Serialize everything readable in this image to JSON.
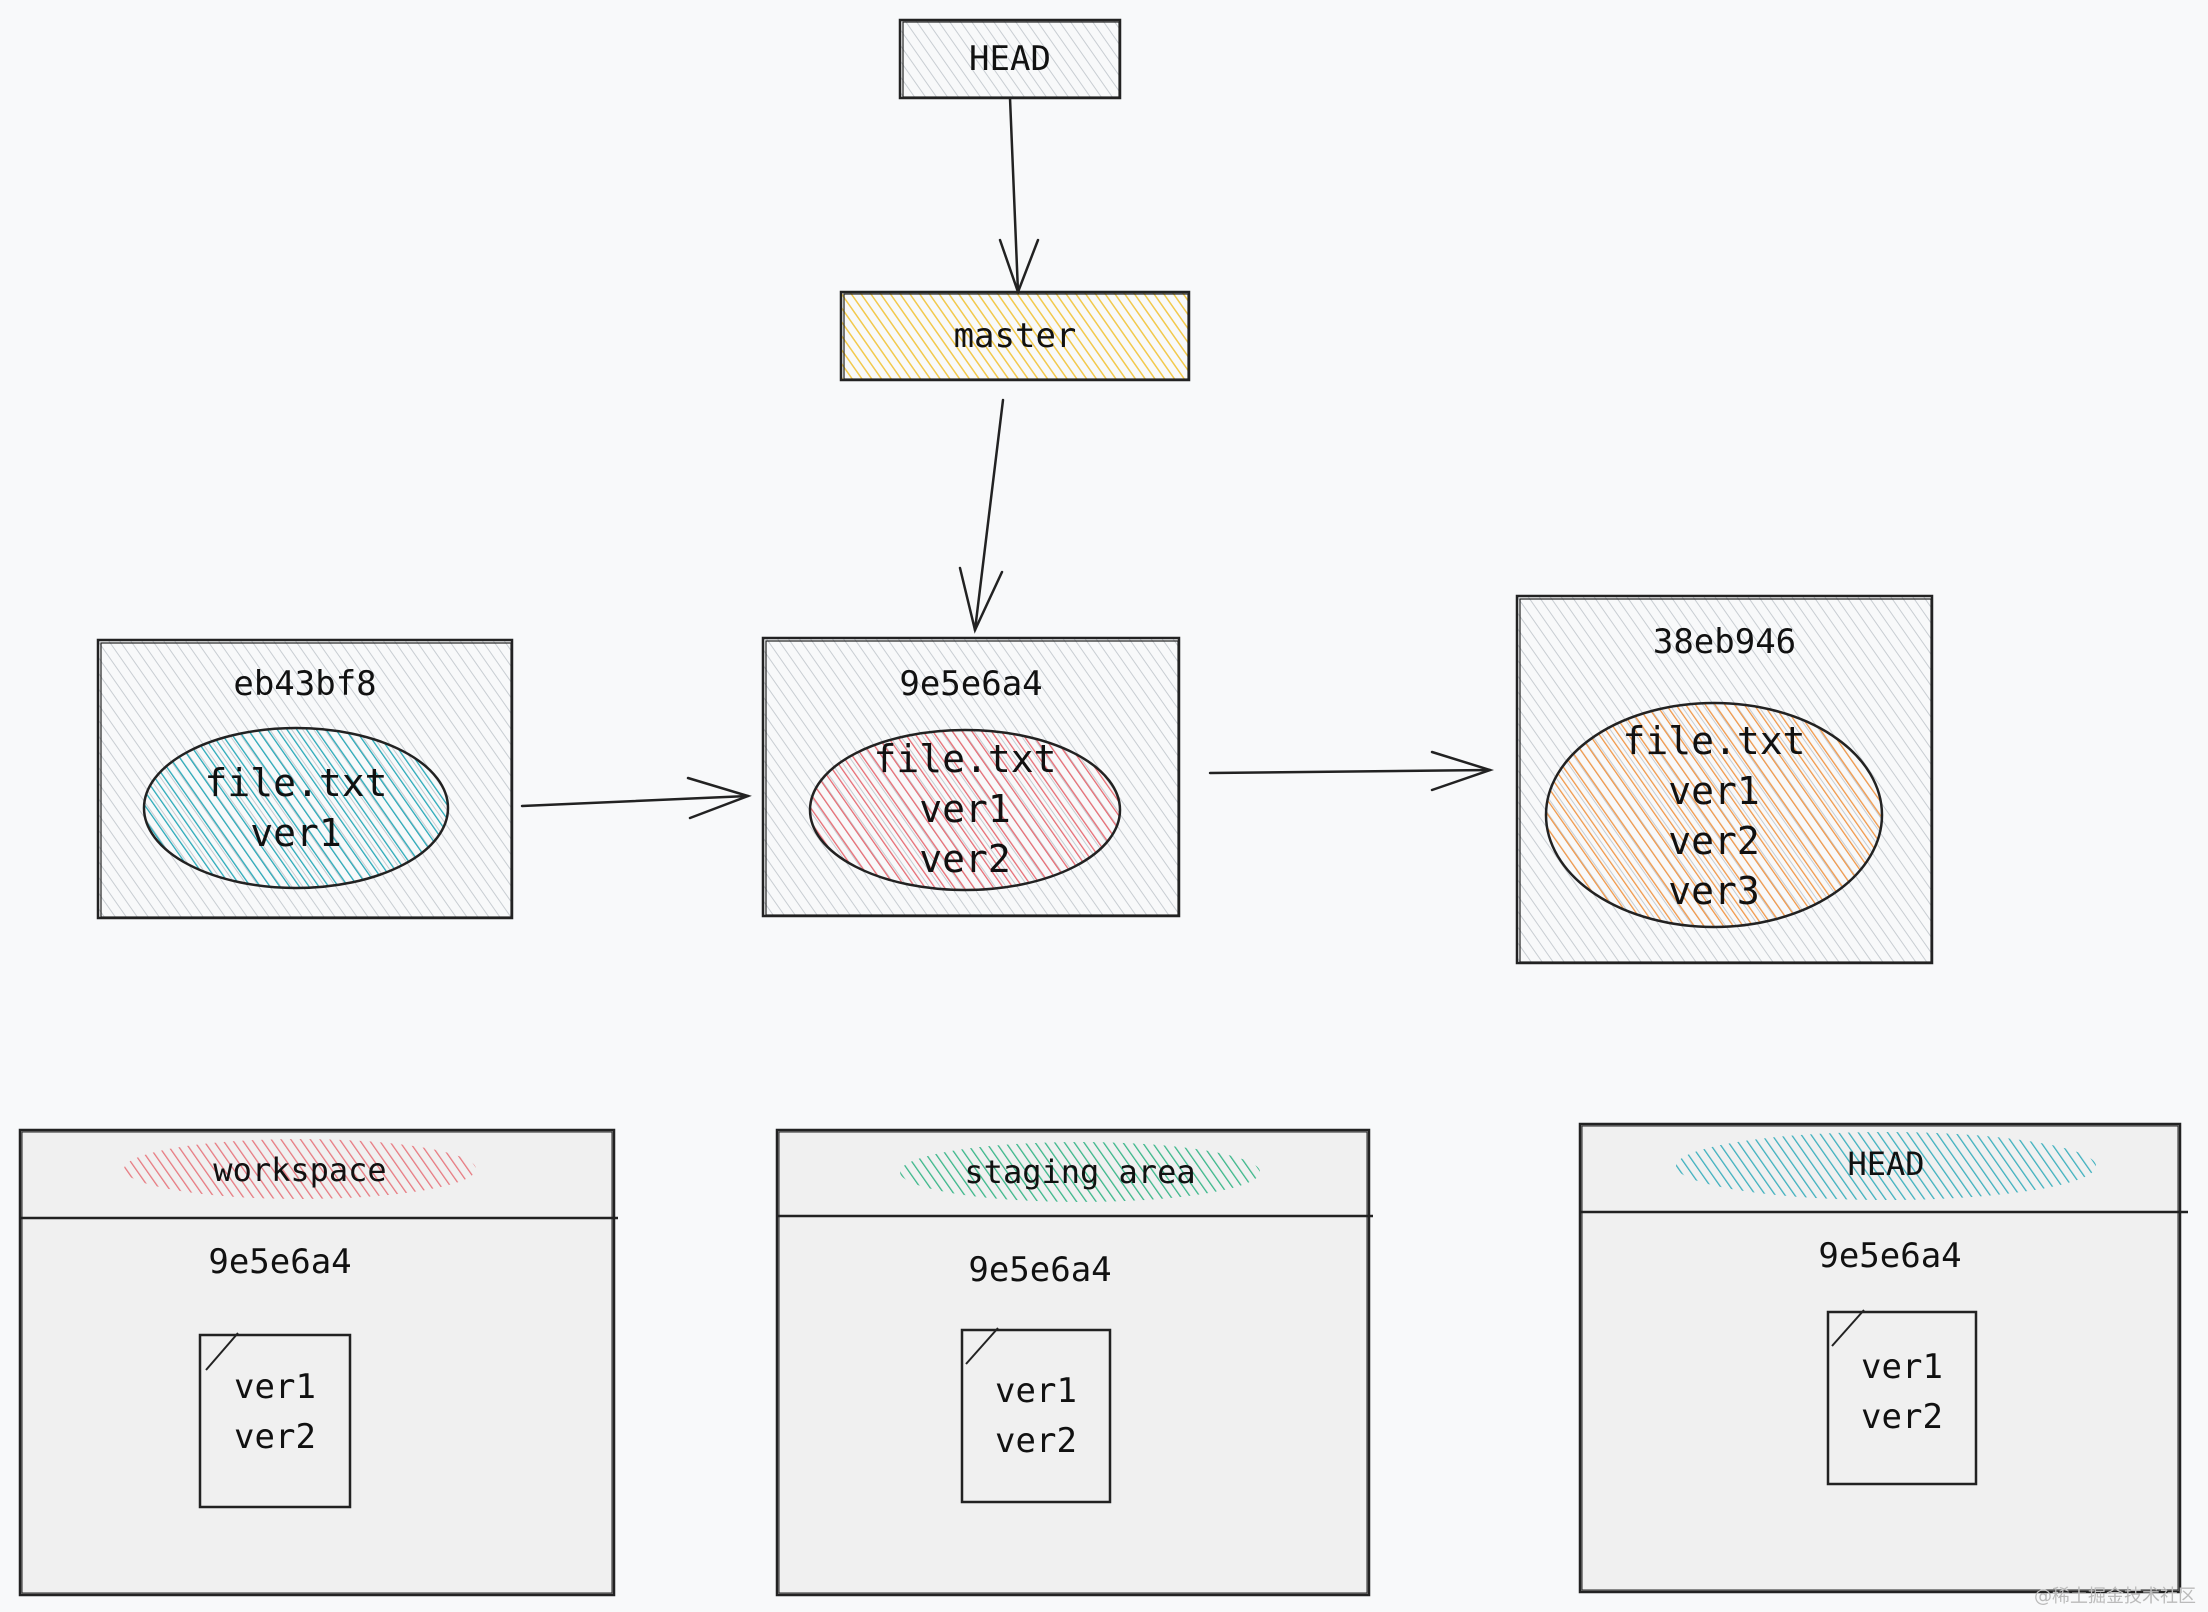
{
  "head": {
    "label": "HEAD"
  },
  "branch": {
    "label": "master"
  },
  "commits": [
    {
      "id": "eb43bf8",
      "file": "file.txt",
      "versions": [
        "ver1"
      ],
      "color": "#2aa9b8"
    },
    {
      "id": "9e5e6a4",
      "file": "file.txt",
      "versions": [
        "ver1",
        "ver2"
      ],
      "color": "#e66c74"
    },
    {
      "id": "38eb946",
      "file": "file.txt",
      "versions": [
        "ver1",
        "ver2",
        "ver3"
      ],
      "color": "#f0984a"
    }
  ],
  "areas": [
    {
      "title": "workspace",
      "hash": "9e5e6a4",
      "versions": [
        "ver1",
        "ver2"
      ],
      "color": "#e66c74"
    },
    {
      "title": "staging area",
      "hash": "9e5e6a4",
      "versions": [
        "ver1",
        "ver2"
      ],
      "color": "#26b07e"
    },
    {
      "title": "HEAD",
      "hash": "9e5e6a4",
      "versions": [
        "ver1",
        "ver2"
      ],
      "color": "#2aa9b8"
    }
  ],
  "colors": {
    "master_fill": "#f2c94c",
    "box_hatch": "#c8cdd2",
    "panel_fill": "#f0f0f0"
  },
  "watermark": "@稀土掘金技术社区"
}
